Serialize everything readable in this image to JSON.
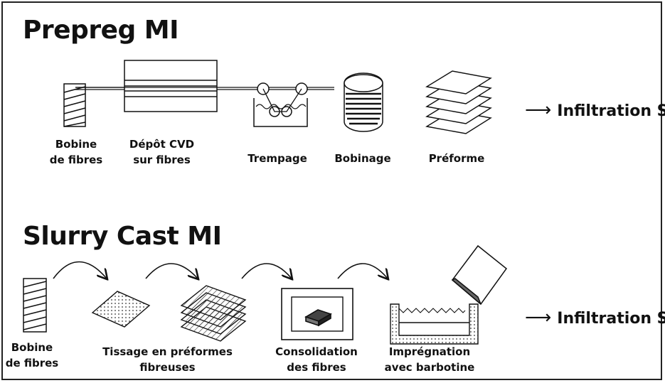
{
  "sections": {
    "prepreg": {
      "title": "Prepreg MI",
      "labels": {
        "bobine_l1": "Bobine",
        "bobine_l2": "de fibres",
        "cvd_l1": "Dépôt CVD",
        "cvd_l2": "sur fibres",
        "trempage": "Trempage",
        "bobinage": "Bobinage",
        "preforme": "Préforme"
      },
      "result": "Infiltration Si"
    },
    "slurry": {
      "title": "Slurry Cast MI",
      "labels": {
        "bobine_l1": "Bobine",
        "bobine_l2": "de fibres",
        "tissage_l1": "Tissage en préformes",
        "tissage_l2": "fibreuses",
        "consolidation_l1": "Consolidation",
        "consolidation_l2": "des fibres",
        "impregnation_l1": "Imprégnation",
        "impregnation_l2": "avec barbotine"
      },
      "result": "Infiltration Si"
    }
  },
  "arrow_glyph": "⟶",
  "colors": {
    "ink": "#111111",
    "background": "#ffffff"
  }
}
